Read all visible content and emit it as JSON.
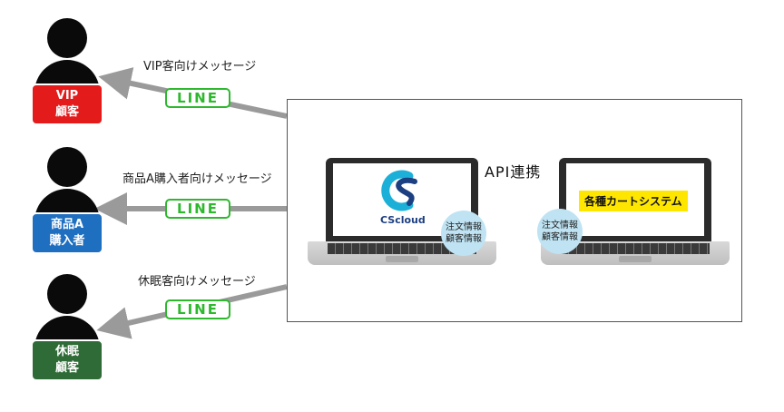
{
  "recipients": [
    {
      "line1": "VIP",
      "line2": "顧客",
      "color": "#e31b1b"
    },
    {
      "line1": "商品A",
      "line2": "購入者",
      "color": "#1f6fc0"
    },
    {
      "line1": "休眠",
      "line2": "顧客",
      "color": "#2f6b36"
    }
  ],
  "messages": [
    {
      "label": "VIP客向けメッセージ",
      "channel": "LINE"
    },
    {
      "label": "商品A購入者向けメッセージ",
      "channel": "LINE"
    },
    {
      "label": "休眠客向けメッセージ",
      "channel": "LINE"
    }
  ],
  "api_label": "API連携",
  "left_laptop": {
    "logo_text": "CScloud",
    "info_line1": "注文情報",
    "info_line2": "顧客情報"
  },
  "right_laptop": {
    "screen_text": "各種カートシステム",
    "info_line1": "注文情報",
    "info_line2": "顧客情報"
  },
  "colors": {
    "line_green": "#2eb82e",
    "arrow_gray": "#9a9a9a",
    "api_arrow_red": "#e8201f",
    "info_circle": "#bfe3f3",
    "cart_yellow": "#ffe600"
  }
}
